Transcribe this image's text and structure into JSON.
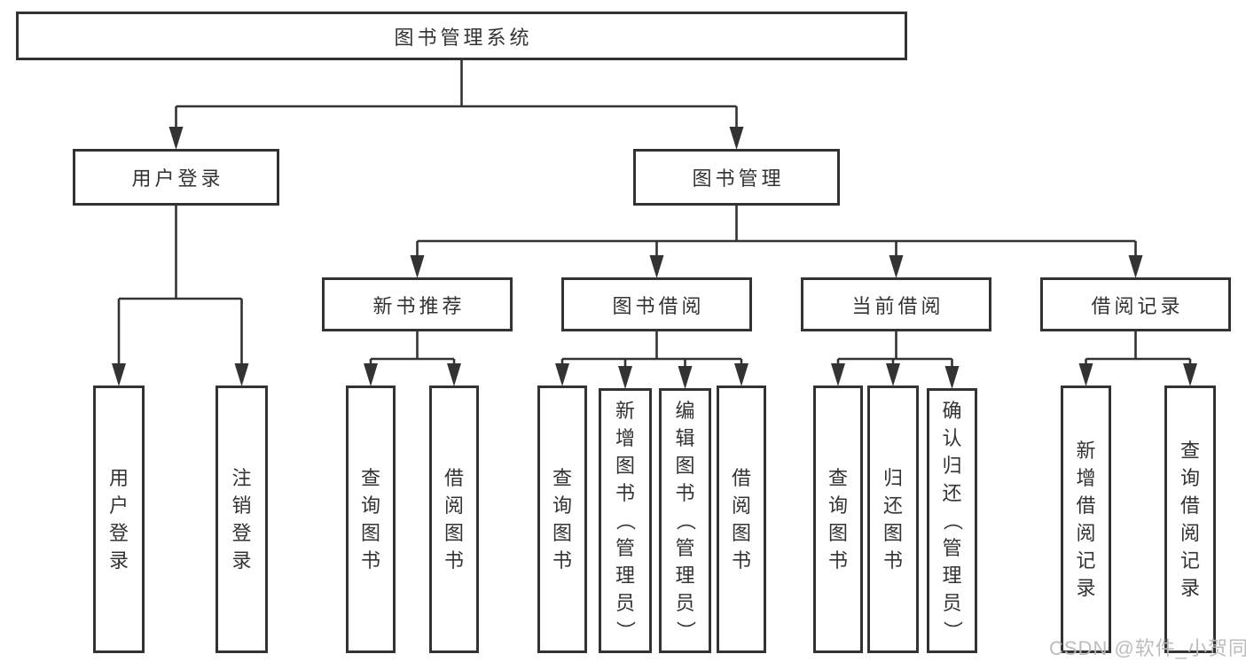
{
  "diagram": {
    "watermark": "CSDN @软件_小贺同学",
    "colors": {
      "line": "#333333",
      "text": "#333333",
      "watermark": "#b8b8b8",
      "background": "#ffffff"
    },
    "tree": {
      "id": "root",
      "label": "图书管理系统",
      "children": [
        {
          "id": "user-login",
          "label": "用户登录",
          "children": [
            {
              "id": "user-login-op",
              "label": "用户登录",
              "vertical": true
            },
            {
              "id": "logout",
              "label": "注销登录",
              "vertical": true
            }
          ]
        },
        {
          "id": "book-mgmt",
          "label": "图书管理",
          "children": [
            {
              "id": "new-book-rec",
              "label": "新书推荐",
              "children": [
                {
                  "id": "nbr-query",
                  "label": "查询图书",
                  "vertical": true
                },
                {
                  "id": "nbr-borrow",
                  "label": "借阅图书",
                  "vertical": true
                }
              ]
            },
            {
              "id": "book-borrow",
              "label": "图书借阅",
              "children": [
                {
                  "id": "bb-query",
                  "label": "查询图书",
                  "vertical": true
                },
                {
                  "id": "bb-add",
                  "label": "新增图书（管理员）",
                  "vertical": true
                },
                {
                  "id": "bb-edit",
                  "label": "编辑图书（管理员）",
                  "vertical": true
                },
                {
                  "id": "bb-borrow",
                  "label": "借阅图书",
                  "vertical": true
                }
              ]
            },
            {
              "id": "current-borrow",
              "label": "当前借阅",
              "children": [
                {
                  "id": "cb-query",
                  "label": "查询图书",
                  "vertical": true
                },
                {
                  "id": "cb-return",
                  "label": "归还图书",
                  "vertical": true
                },
                {
                  "id": "cb-confirm",
                  "label": "确认归还（管理员）",
                  "vertical": true
                }
              ]
            },
            {
              "id": "borrow-records",
              "label": "借阅记录",
              "children": [
                {
                  "id": "br-add",
                  "label": "新增借阅记录",
                  "vertical": true
                },
                {
                  "id": "br-query",
                  "label": "查询借阅记录",
                  "vertical": true
                }
              ]
            }
          ]
        }
      ]
    }
  }
}
